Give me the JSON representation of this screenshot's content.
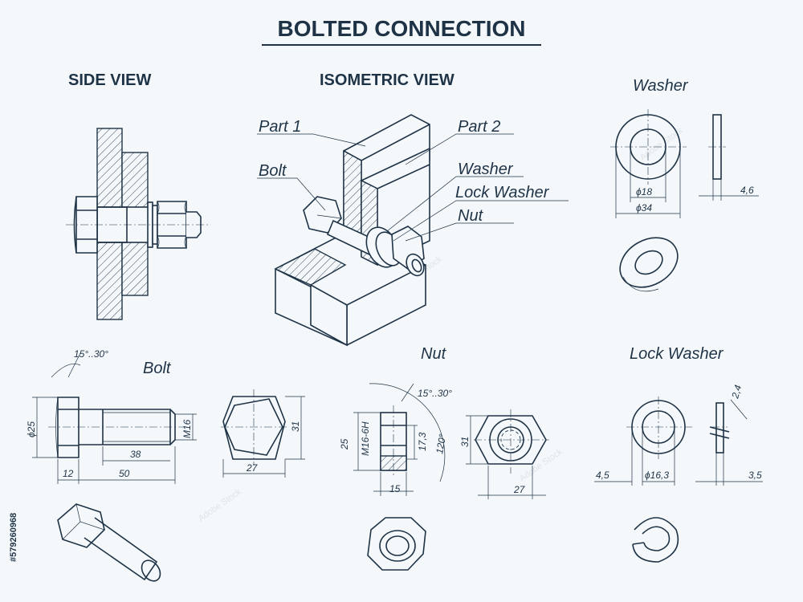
{
  "title": "BOLTED CONNECTION",
  "views": {
    "side": "SIDE VIEW",
    "isometric": "ISOMETRIC VIEW"
  },
  "callouts": {
    "part1": "Part 1",
    "part2": "Part 2",
    "bolt": "Bolt",
    "washer": "Washer",
    "lock_washer": "Lock Washer",
    "nut": "Nut"
  },
  "details": {
    "washer": {
      "title": "Washer",
      "inner_dia": "ϕ18",
      "outer_dia": "ϕ34",
      "thickness": "4,6"
    },
    "bolt": {
      "title": "Bolt",
      "chamfer_angle": "15°..30°",
      "head_dia": "ϕ25",
      "thread": "M16",
      "thread_length": "38",
      "head_height": "12",
      "length": "50",
      "across_corners": "31",
      "across_flats": "27"
    },
    "nut": {
      "title": "Nut",
      "chamfer_angle": "15°..30°",
      "height_total": "25",
      "thread": "M16-6H",
      "height_inner": "17,3",
      "angle": "120°",
      "thickness": "15",
      "across_corners": "31",
      "across_flats": "27"
    },
    "lock_washer": {
      "title": "Lock Washer",
      "split_width": "2,4",
      "wall": "4,5",
      "inner_dia": "ϕ16,3",
      "thickness": "3,5"
    }
  },
  "stock_id": "#579260968",
  "watermark": "Adobe Stock"
}
